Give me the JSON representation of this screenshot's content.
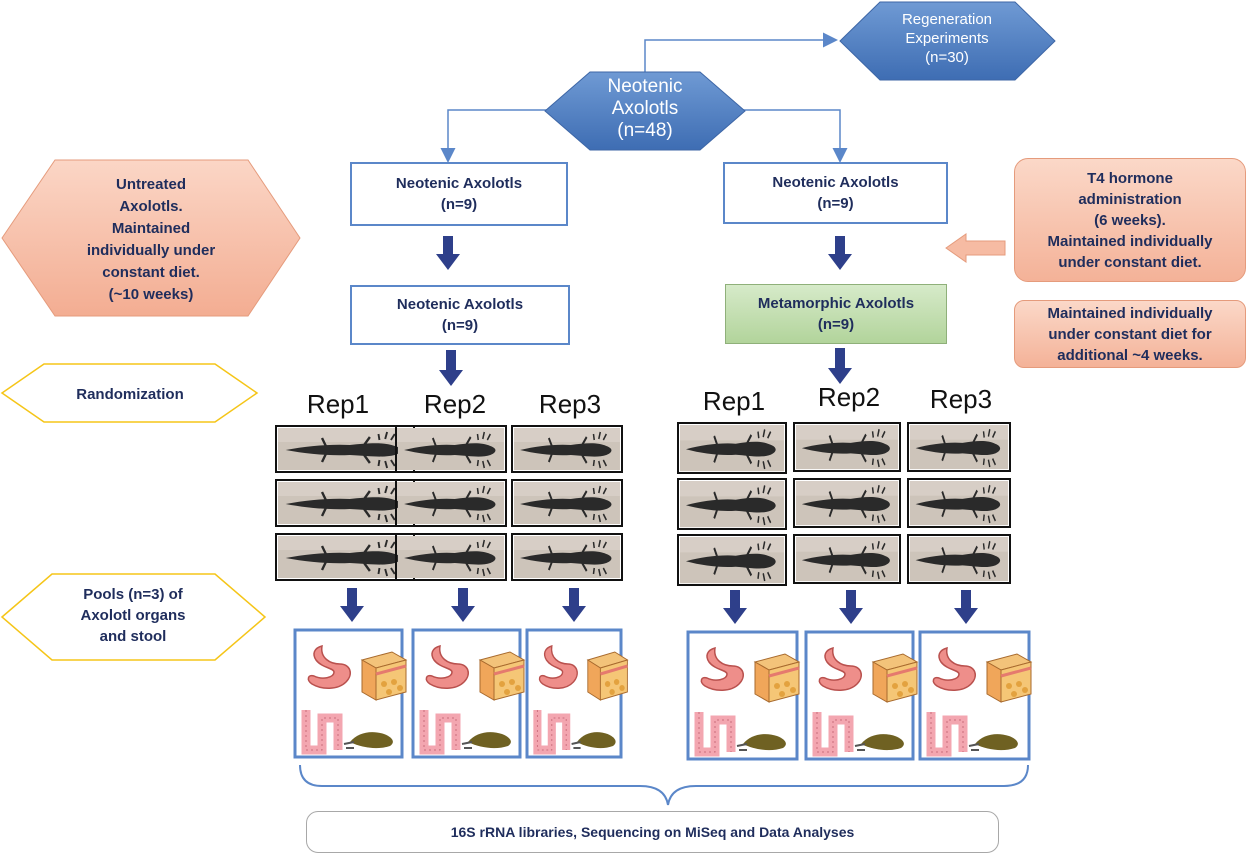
{
  "top_hexagon": {
    "text": "Neotenic\nAxolotls\n(n=48)"
  },
  "regeneration_hexagon": {
    "text": "Regeneration\nExperiments\n(n=30)"
  },
  "left_branch": {
    "box1": "Neotenic Axolotls\n(n=9)",
    "box2": "Neotenic Axolotls\n(n=9)",
    "reps": [
      "Rep1",
      "Rep2",
      "Rep3"
    ]
  },
  "right_branch": {
    "box1": "Neotenic Axolotls\n(n=9)",
    "box2": "Metamorphic Axolotls\n(n=9)",
    "reps": [
      "Rep1",
      "Rep2",
      "Rep3"
    ]
  },
  "notes": {
    "untreated": "Untreated\nAxolotls.\nMaintained\nindividually under\nconstant diet.\n(~10 weeks)",
    "t4": "T4 hormone\nadministration\n(6 weeks).\nMaintained individually\nunder constant diet.",
    "additional": "Maintained individually\nunder constant diet  for\nadditional ~4 weeks."
  },
  "side_labels": {
    "randomization": "Randomization",
    "pools": "Pools (n=3) of\nAxolotl organs\nand stool"
  },
  "bottom_box": {
    "text": "16S rRNA libraries, Sequencing on MiSeq and Data Analyses"
  },
  "colors": {
    "hexagon_blue": "#4f7fc1",
    "box_border_blue": "#5b87c9",
    "arrow_navy": "#2e3f8a",
    "orange_fill": "#f6bba3",
    "green_fill": "#c3dfb0",
    "yellow_outline": "#f5c518"
  }
}
